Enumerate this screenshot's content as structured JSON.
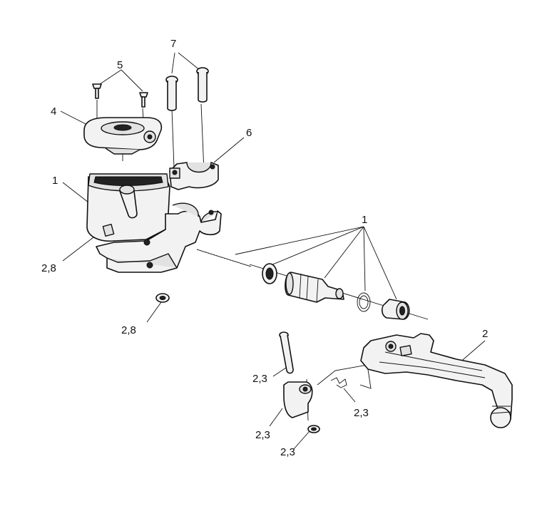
{
  "diagram": {
    "callouts": [
      {
        "id": "callout-1-top",
        "text": "1"
      },
      {
        "id": "callout-2",
        "text": "2"
      },
      {
        "id": "callout-4",
        "text": "4"
      },
      {
        "id": "callout-5",
        "text": "5"
      },
      {
        "id": "callout-6",
        "text": "6"
      },
      {
        "id": "callout-7",
        "text": "7"
      },
      {
        "id": "callout-1-body",
        "text": "1"
      },
      {
        "id": "callout-2-8-a",
        "text": "2,8"
      },
      {
        "id": "callout-2-8-b",
        "text": "2,8"
      },
      {
        "id": "callout-2-3-a",
        "text": "2,3"
      },
      {
        "id": "callout-2-3-b",
        "text": "2,3"
      },
      {
        "id": "callout-2-3-c",
        "text": "2,3"
      },
      {
        "id": "callout-2-3-d",
        "text": "2,3"
      }
    ]
  }
}
